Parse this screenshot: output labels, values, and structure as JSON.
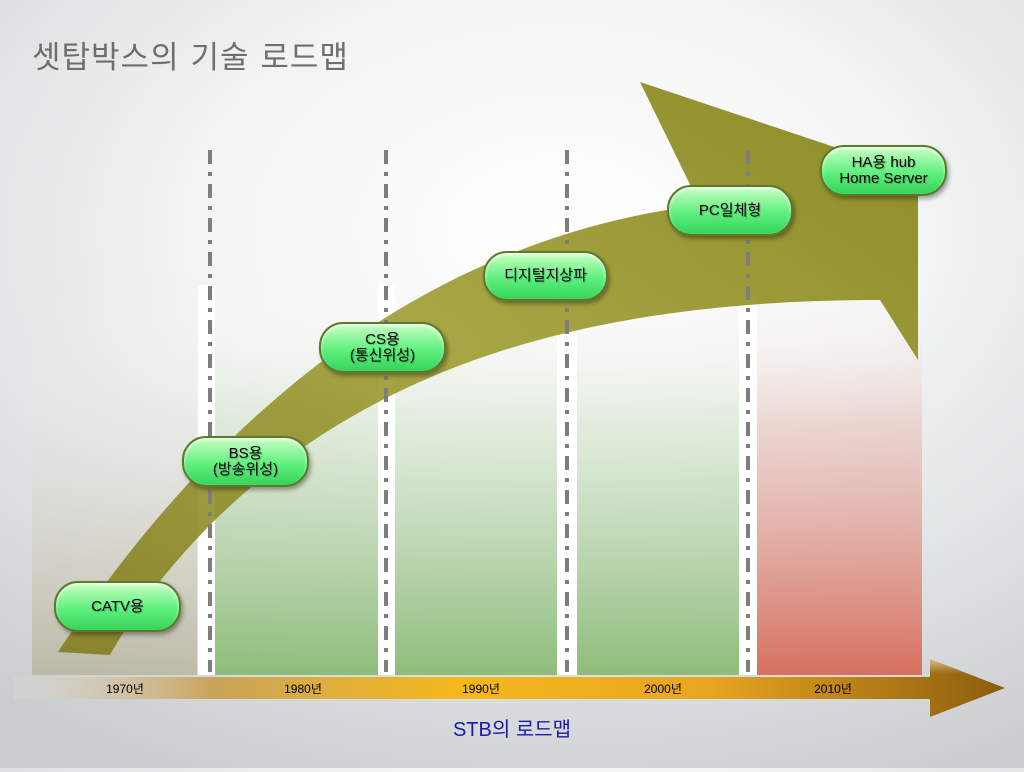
{
  "title": "셋탑박스의 기술 로드맵",
  "caption": "STB의 로드맵",
  "milestones": [
    {
      "line1": "CATV용",
      "line2": ""
    },
    {
      "line1": "BS용",
      "line2": "(방송위성)"
    },
    {
      "line1": "CS용",
      "line2": "(통신위성)"
    },
    {
      "line1": "디지털지상파",
      "line2": ""
    },
    {
      "line1": "PC일체형",
      "line2": ""
    },
    {
      "line1": "HA용 hub",
      "line2": "Home Server"
    }
  ],
  "years": [
    "1970년",
    "1980년",
    "1990년",
    "2000년",
    "2010년"
  ],
  "colors": {
    "band_green": "#8fbf7c",
    "band_red": "#d9776a",
    "arrow": "#8f8c1e",
    "timeline_dark": "#9a6a12",
    "timeline_light": "#f7c43c",
    "pill_border": "#5d7a2c",
    "caption": "#1a1aa8"
  }
}
